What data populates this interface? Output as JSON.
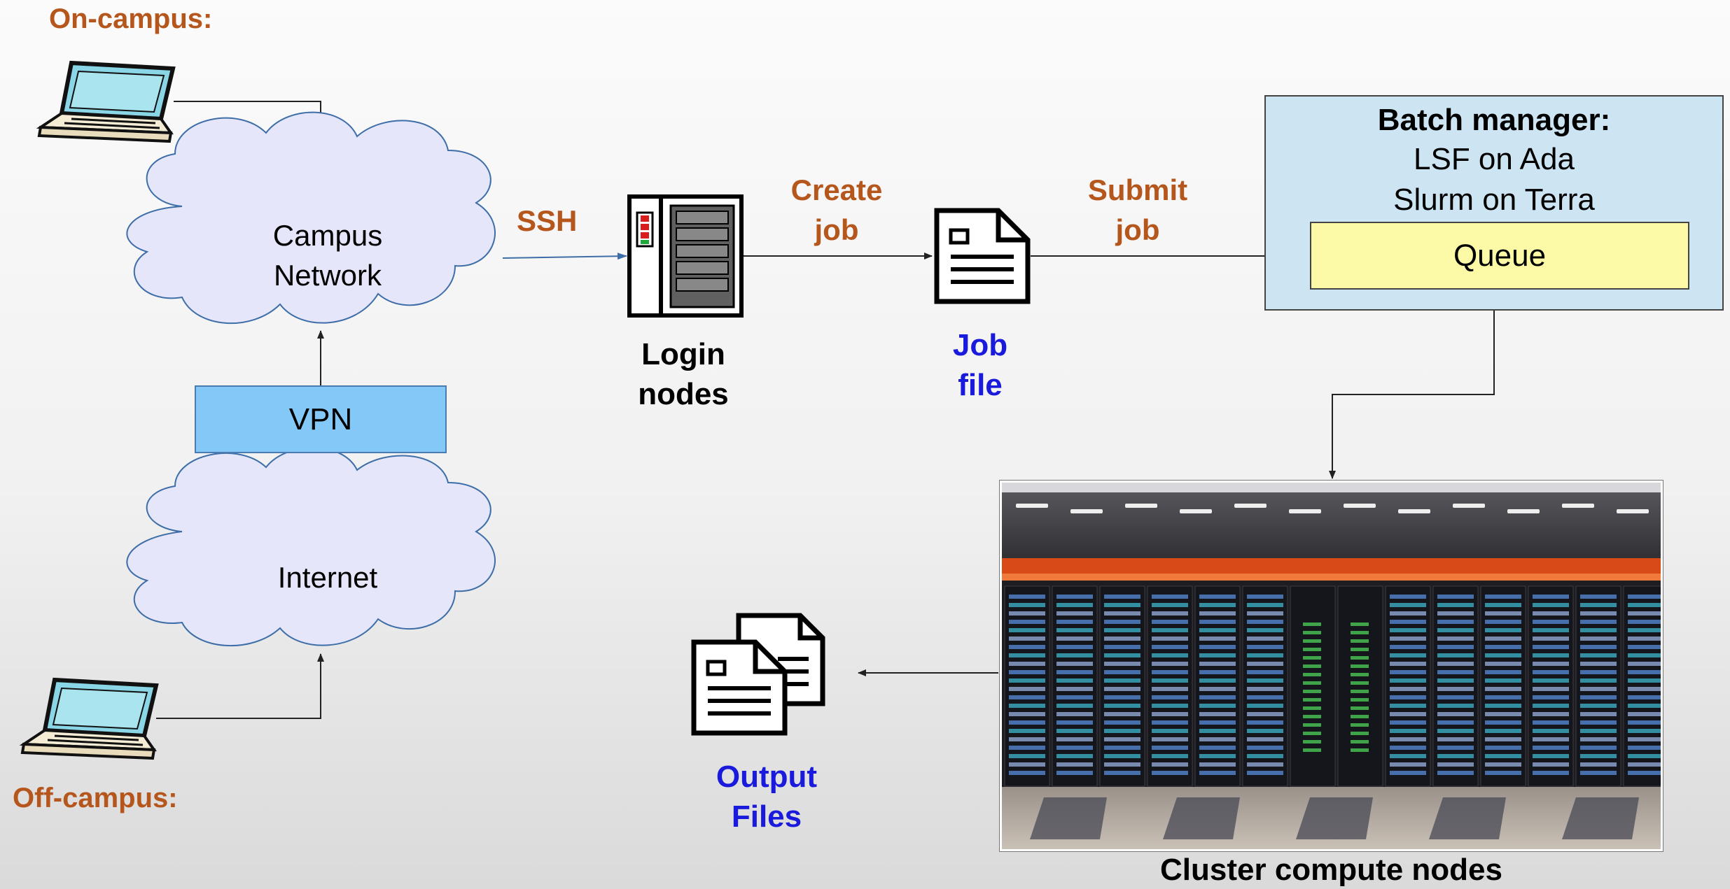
{
  "labels": {
    "on_campus": "On-campus:",
    "off_campus": "Off-campus:",
    "ssh": "SSH",
    "create_job": [
      "Create",
      "job"
    ],
    "submit_job": [
      "Submit",
      "job"
    ],
    "login_nodes": [
      "Login",
      "nodes"
    ],
    "job_file": [
      "Job",
      "file"
    ],
    "output_files": [
      "Output",
      "Files"
    ],
    "cluster_compute_nodes": "Cluster compute nodes"
  },
  "clouds": {
    "campus_network": [
      "Campus",
      "Network"
    ],
    "internet": "Internet"
  },
  "vpn": "VPN",
  "batch_manager": {
    "title": "Batch manager:",
    "lines": [
      "LSF on Ada",
      "Slurm on Terra"
    ],
    "queue": "Queue"
  },
  "icons": [
    "laptop-icon",
    "server-icon",
    "document-icon",
    "documents-icon",
    "cloud-icon"
  ],
  "colors": {
    "label_orange": "#b5561c",
    "label_blue": "#1a1adc",
    "cloud_fill": "#e6e6fa",
    "cloud_stroke": "#3e6ea8",
    "batch_fill": "#cde4f3",
    "queue_fill": "#fcfaa6",
    "vpn_fill": "#84c8f7"
  }
}
